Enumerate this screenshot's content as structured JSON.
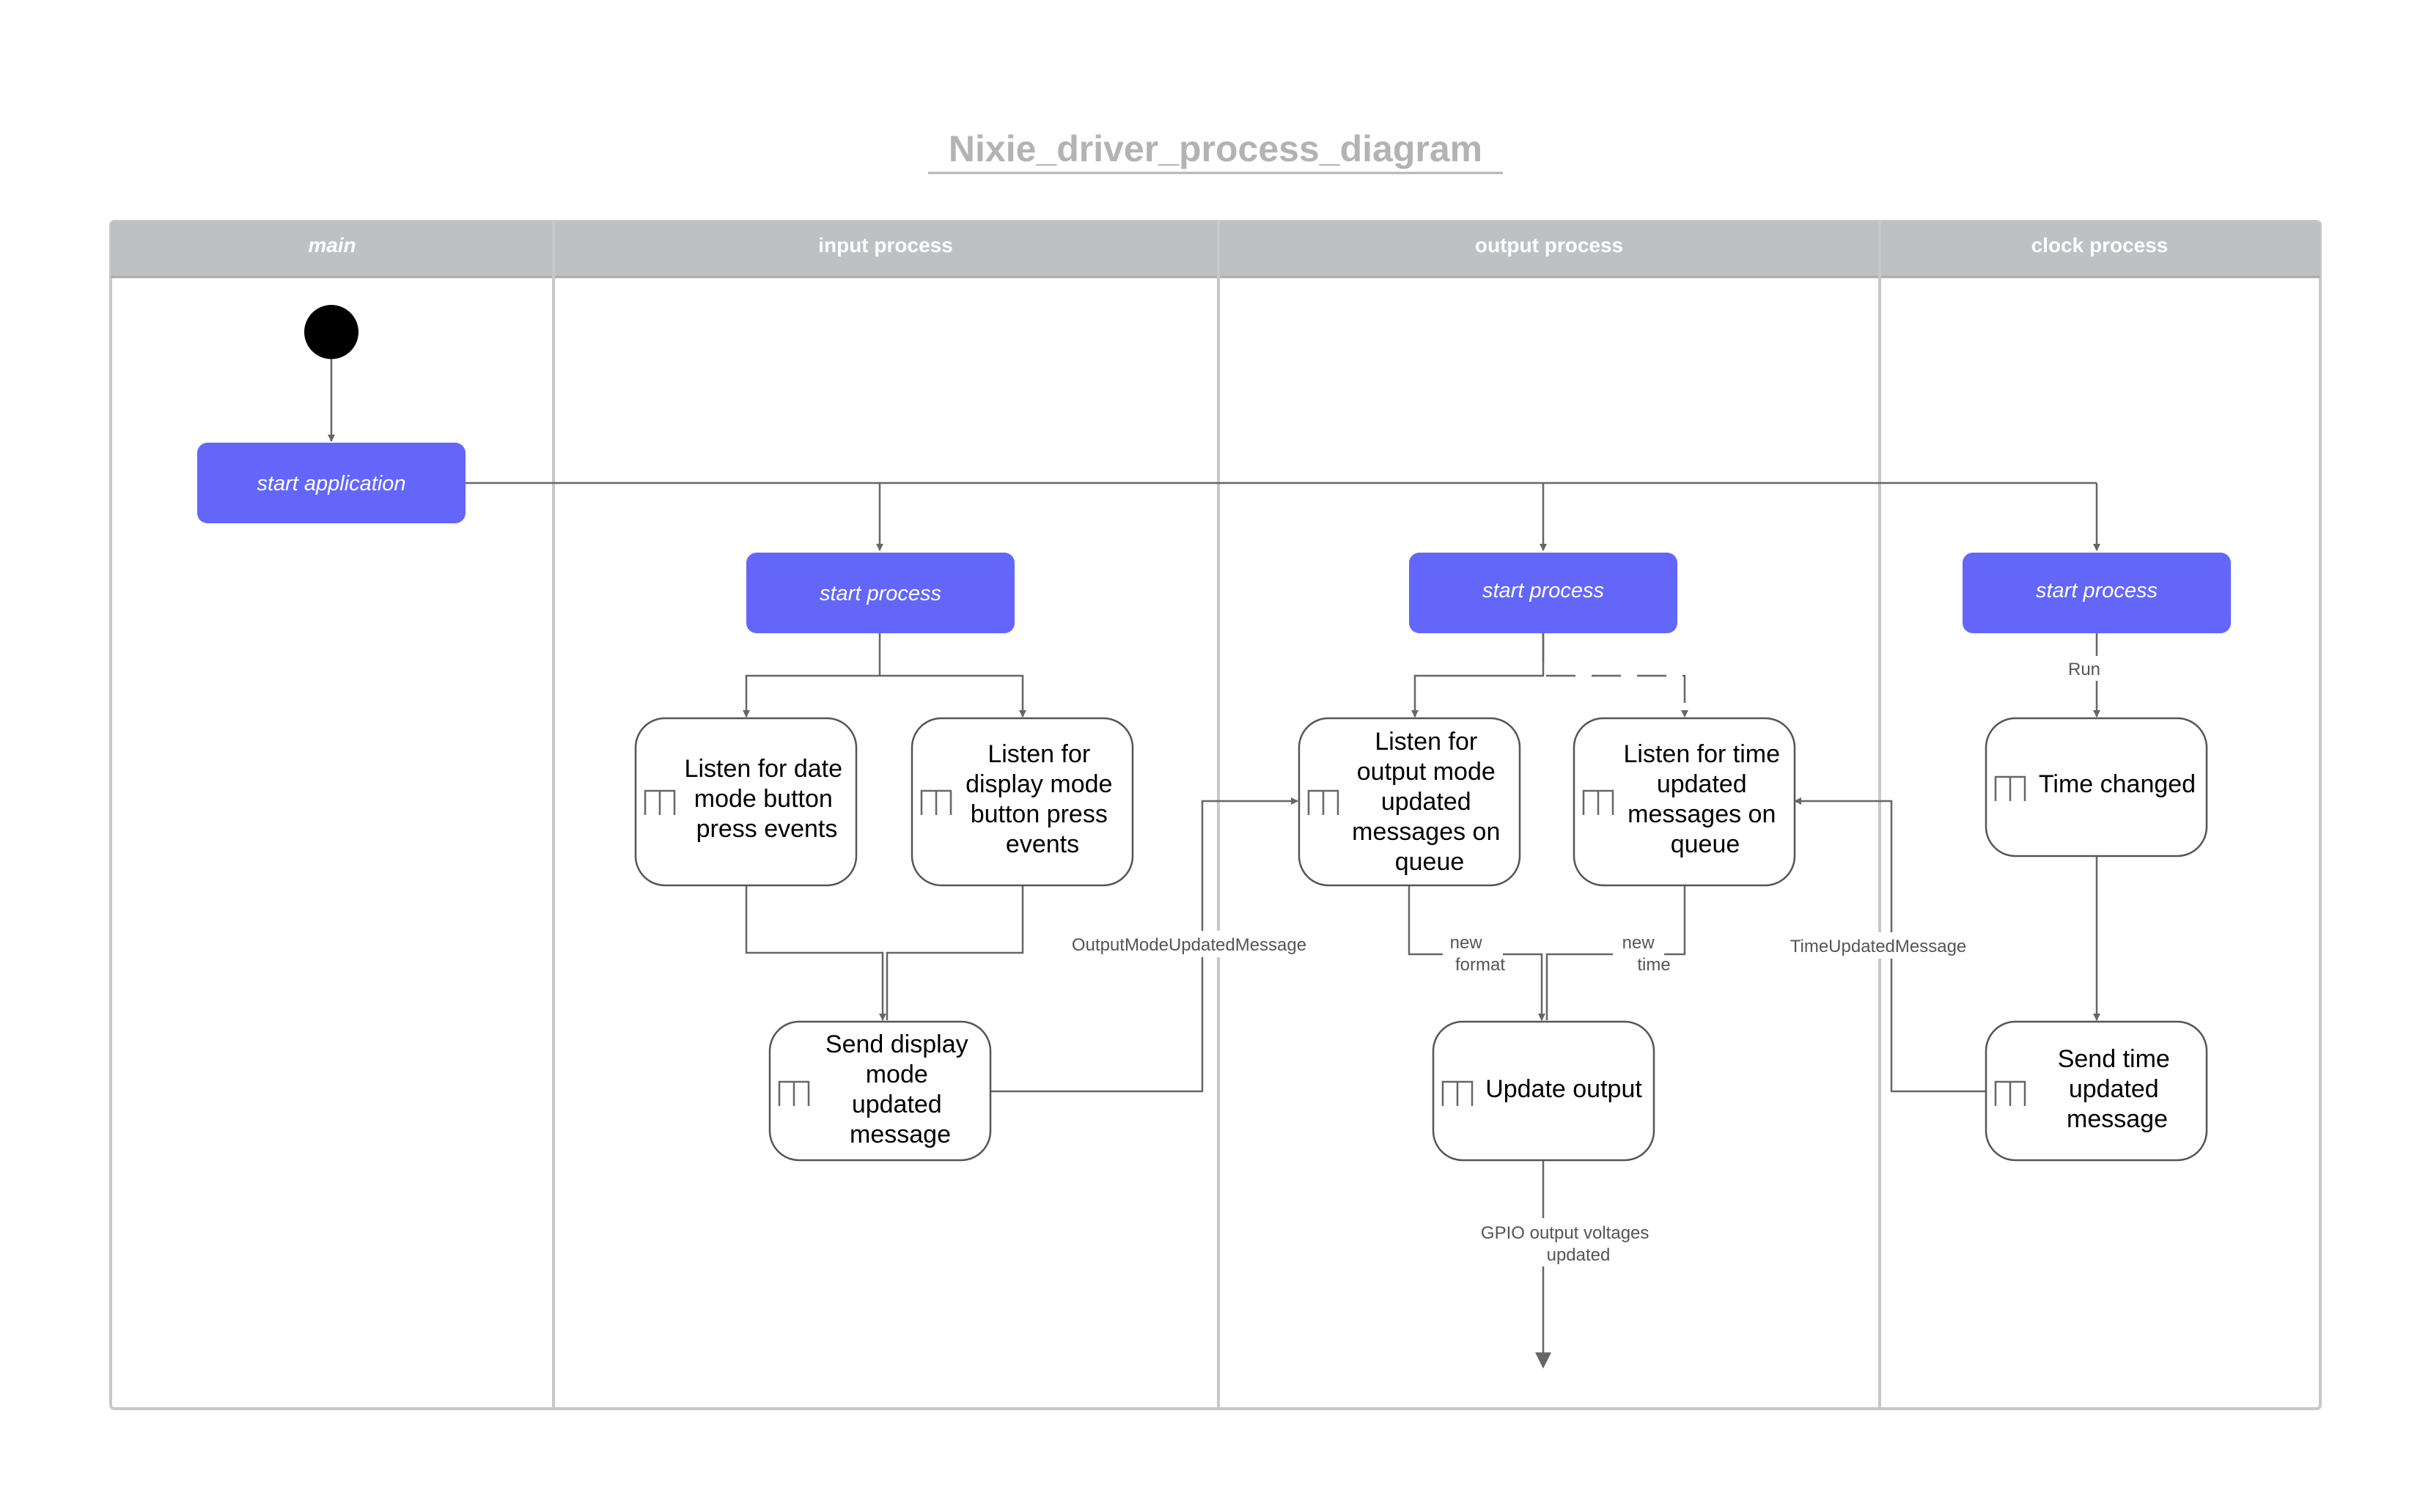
{
  "diagram": {
    "title": "Nixie_driver_process_diagram",
    "lanes": {
      "main": "main",
      "input": "input process",
      "output": "output process",
      "clock": "clock process"
    },
    "nodes": {
      "start_application": "start application",
      "input_start": "start process",
      "output_start": "start process",
      "clock_start": "start process",
      "listen_date": [
        "Listen for date",
        "mode button",
        "press events"
      ],
      "listen_display": [
        "Listen for",
        "display mode",
        "button press",
        "events"
      ],
      "send_display": [
        "Send display",
        "mode",
        "updated",
        "message"
      ],
      "listen_output": [
        "Listen for",
        "output mode",
        "updated",
        "messages on",
        "queue"
      ],
      "listen_time": [
        "Listen for time",
        "updated",
        "messages on",
        "queue"
      ],
      "update_output": [
        "Update output"
      ],
      "time_changed": [
        "Time changed"
      ],
      "send_time": [
        "Send time",
        "updated",
        "message"
      ]
    },
    "edge_labels": {
      "output_mode_msg": "OutputModeUpdatedMessage",
      "new_format": [
        "new",
        "format"
      ],
      "new_time": [
        "new",
        "time"
      ],
      "time_updated_msg": "TimeUpdatedMessage",
      "run": "Run",
      "gpio": [
        "GPIO output voltages",
        "updated"
      ]
    },
    "colors": {
      "start_fill": "#6366f9",
      "lane_header": "#bfc0c2",
      "lane_border": "#c8c8c8",
      "edge": "#666666"
    }
  }
}
